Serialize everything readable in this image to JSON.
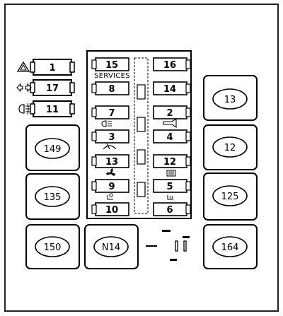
{
  "services_label": "SERVICES",
  "left_small_fuses": [
    "1",
    "17",
    "11"
  ],
  "center_fuses": [
    {
      "left": "15",
      "right": "16"
    },
    {
      "left": "8",
      "right": "14"
    },
    {
      "left": "7",
      "right": "2"
    },
    {
      "left": "3",
      "right": "4"
    },
    {
      "left": "13",
      "right": "12"
    },
    {
      "left": "9",
      "right": "5"
    },
    {
      "left": "10",
      "right": "6"
    }
  ],
  "relays": {
    "right_top": "13",
    "right_mid": "12",
    "right_low": "125",
    "right_bottom": "164",
    "left_top": "149",
    "left_mid": "135",
    "left_bottom": "150",
    "center_bottom": "N14"
  },
  "icons": [
    "hazard-triangle-icon",
    "turn-signal-icon",
    "fog-light-icon",
    "headlight-icon",
    "horn-icon",
    "wiper-icon",
    "fan-icon",
    "heated-rear-window-icon",
    "seat-icon",
    "seat-heater-icon"
  ]
}
